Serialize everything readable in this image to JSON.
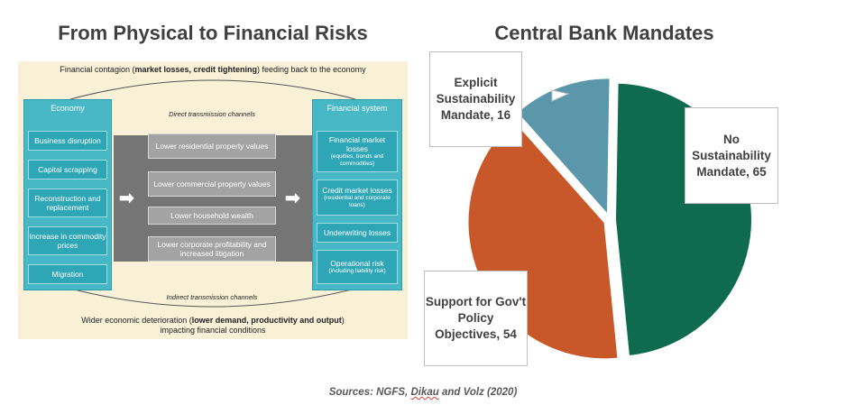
{
  "left_title": "From Physical to Financial Risks",
  "right_title": "Central Bank Mandates",
  "diagram": {
    "top_caption_pre": "Financial contagion (",
    "top_caption_bold": "market losses, credit tightening",
    "top_caption_post": ") feeding back to the economy",
    "direct_label": "Direct transmission channels",
    "indirect_label": "Indirect transmission channels",
    "bottom_caption_pre": "Wider economic deterioration (",
    "bottom_caption_bold": "lower demand, productivity and output",
    "bottom_caption_post": ")",
    "bottom_caption_line2": "impacting financial conditions",
    "economy": {
      "title": "Economy",
      "items": [
        "Business disruption",
        "Capital scrapping",
        "Reconstruction and replacement",
        "Increase in commodity prices",
        "Migration"
      ]
    },
    "channels": [
      "Lower residential property values",
      "Lower commercial property values",
      "Lower household wealth",
      "Lower corporate profitability and increased litigation"
    ],
    "financial_system": {
      "title": "Financial system",
      "items": [
        {
          "main": "Financial market losses",
          "sub": "(equities, bonds and commodities)"
        },
        {
          "main": "Credit market losses",
          "sub": "(residential and corporate loans)"
        },
        {
          "main": "Underwriting losses",
          "sub": ""
        },
        {
          "main": "Operational risk",
          "sub": "(including liability risk)"
        }
      ]
    },
    "arrow_glyph": "➡"
  },
  "chart_data": {
    "type": "pie",
    "title": "Central Bank Mandates",
    "slices": [
      {
        "label": "No Sustainability Mandate, 65",
        "value": 65,
        "color": "#0e6b4e"
      },
      {
        "label": "Support for Gov't Policy Objectives, 54",
        "value": 54,
        "color": "#c8582a"
      },
      {
        "label": "Explicit Sustainability Mandate, 16",
        "value": 16,
        "color": "#5b97aa"
      }
    ],
    "start_angle_deg": 1,
    "exploded": true
  },
  "callouts": {
    "no_mandate": "No Sustainability Mandate, 65",
    "support": "Support for Gov't Policy Objectives, 54",
    "explicit": "Explicit Sustainability Mandate, 16"
  },
  "source": {
    "pre": "Sources: NGFS, ",
    "link": "Dikau",
    "post": " and Volz (2020)"
  }
}
